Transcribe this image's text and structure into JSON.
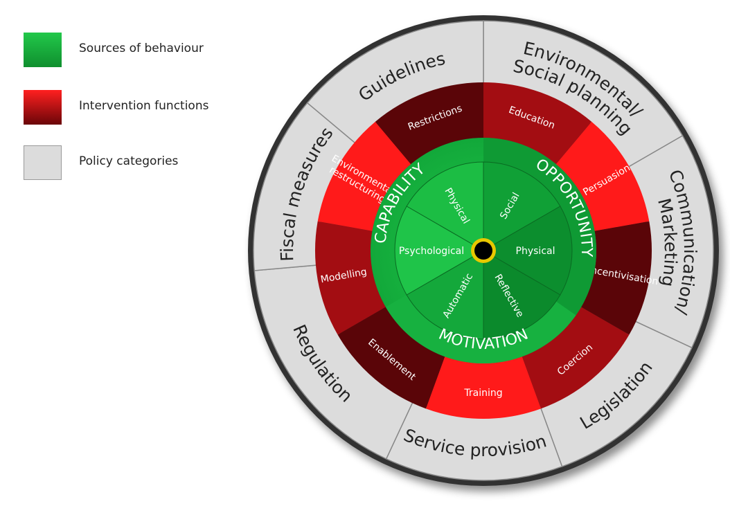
{
  "legend": [
    {
      "label": "Sources of behaviour",
      "color": "#1fa83a"
    },
    {
      "label": "Intervention functions",
      "color": "#b0101a"
    },
    {
      "label": "Policy categories",
      "color": "#dcdcdc"
    }
  ],
  "policy_categories": [
    "Environmental/\nSocial planning",
    "Communication/\nMarketing",
    "Legislation",
    "Service provision",
    "Regulation",
    "Fiscal measures",
    "Guidelines"
  ],
  "intervention_functions": [
    {
      "label": "Education",
      "color": "#a30d12"
    },
    {
      "label": "Persuasion",
      "color": "#ff1a1a"
    },
    {
      "label": "Incentivisation",
      "color": "#5a0508"
    },
    {
      "label": "Coercion",
      "color": "#a30d12"
    },
    {
      "label": "Training",
      "color": "#ff1a1a"
    },
    {
      "label": "Enablement",
      "color": "#5a0508"
    },
    {
      "label": "Modelling",
      "color": "#a30d12"
    },
    {
      "label": "Environmental\nrestructuring",
      "color": "#ff1a1a"
    },
    {
      "label": "Restrictions",
      "color": "#5a0508"
    }
  ],
  "sources": {
    "groups": [
      "CAPABILITY",
      "OPPORTUNITY",
      "MOTIVATION"
    ],
    "components": [
      "Physical",
      "Social",
      "Physical",
      "Reflective",
      "Automatic",
      "Psychological"
    ]
  },
  "colors": {
    "policy": "#dcdcdc",
    "green_light": "#22c84a",
    "green_dark": "#0e8a2c",
    "center": "#000000",
    "center_ring": "#e8c800"
  }
}
